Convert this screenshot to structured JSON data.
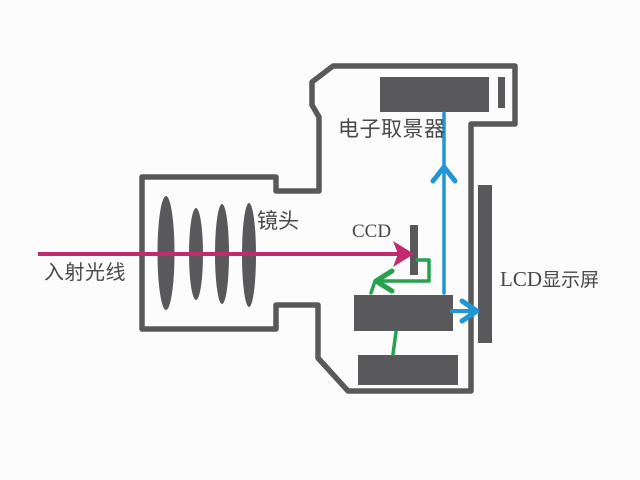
{
  "labels": {
    "incident_light": "入射光线",
    "lens": "镜头",
    "sensor": "CCD",
    "viewfinder": "电子取景器",
    "display_latin": "LCD",
    "display_cjk": "显示屏"
  },
  "colors": {
    "outline": "#59595B",
    "block_fill": "#59595B",
    "light_ray": "#C12A6C",
    "signal_green": "#26A14D",
    "signal_blue": "#2196D4",
    "background": "#FCFCFC",
    "label_text": "#48484A"
  }
}
